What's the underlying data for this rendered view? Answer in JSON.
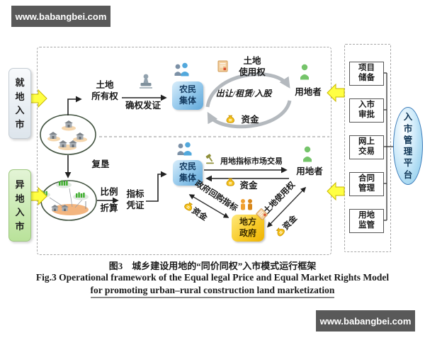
{
  "watermarks": {
    "top_left": "www.babangbei.com",
    "bottom_right": "www.babangbei.com"
  },
  "entry_modes": {
    "onsite": "就地入市",
    "offsite": "异地入市"
  },
  "top_flow": {
    "land_ownership": "土地\n所有权",
    "certification": "确权发证",
    "farmer_collective": "农民\n集体",
    "land_use_right": "土地\n使用权",
    "transfer_modes": "出让/租赁/入股",
    "funds": "资金",
    "land_user": "用地者"
  },
  "bottom_flow": {
    "reclamation": "复垦",
    "ratio_conversion": "比例\n折算",
    "indicator_certificate": "指标\n凭证",
    "farmer_collective": "农民\n集体",
    "indicator_market_trading": "用地指标市场交易",
    "funds_return": "资金",
    "land_user": "用地者",
    "government_repurchase": "政府回购指标",
    "repurchase_funds": "资金",
    "local_government": "地方\n政府",
    "land_use_right": "土地使用权",
    "land_funds": "资金"
  },
  "platform": {
    "modules": [
      "项目\n储备",
      "入市\n审批",
      "网上\n交易",
      "合同\n管理",
      "用地\n监管"
    ],
    "name": "入市管理平台"
  },
  "caption": {
    "zh": "图3　城乡建设用地的“同价同权”入市模式运行框架",
    "en_line1": "Fig.3   Operational framework of the Equal legal Price and Equal Market Rights Model",
    "en_line2": "for promoting urban–rural construction land marketization"
  },
  "colors": {
    "farmer_collective_box": "#5fa8da",
    "local_government_box": "#f5c400",
    "platform_ellipse": "#9ed4ef",
    "offsite_entry_box": "#c7e8ab",
    "highlight_arrow": "#ffff43",
    "watermark_bg": "#595959"
  }
}
